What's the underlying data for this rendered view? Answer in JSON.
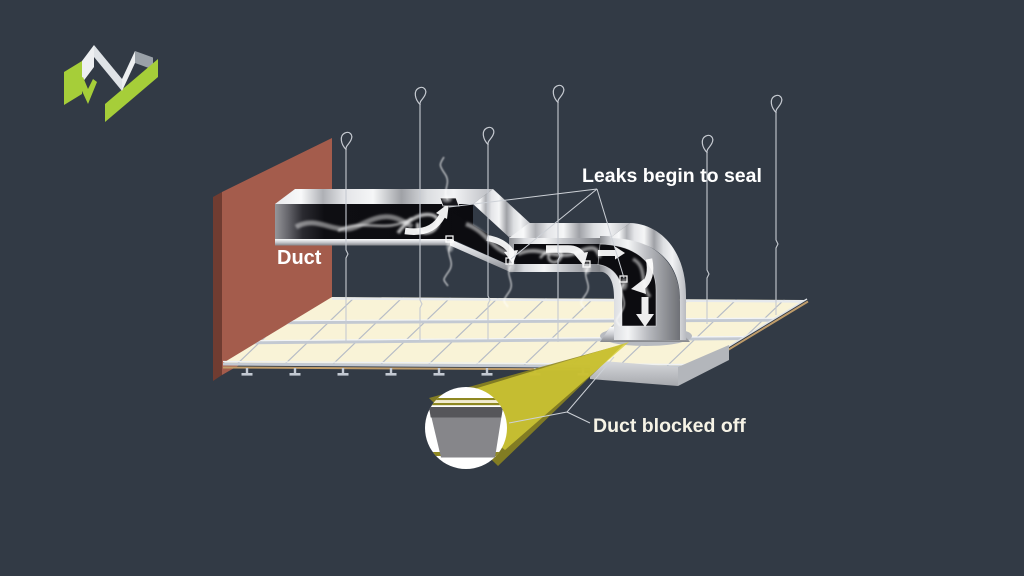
{
  "background_color": "#323a45",
  "logo": {
    "name": "aeroseal-mark",
    "green": "#a6ce39",
    "white": "#edeff1",
    "dim_white": "#dfe3e7",
    "gray": "#9aa1a8"
  },
  "labels": {
    "duct": "Duct",
    "leaks_seal": "Leaks begin to seal",
    "duct_blocked": "Duct blocked off"
  },
  "colors": {
    "background": "#323a45",
    "wall": "#a45c4c",
    "wall_side": "#703c31",
    "ceiling_tile": "#f9f3d7",
    "grid_line": "#b6bcc6",
    "grid_rail": "#c3c9d2",
    "edge_trim": "#bf9c6a",
    "duct_interior": "#0c0c10",
    "metal_light": "#f2f2f4",
    "metal_dark": "#808187",
    "fog": "#ffffff",
    "cone_bright": "#d6cd35",
    "cone_olive": "#8d851f",
    "callout_bg": "#ffffff",
    "register_gray": "#86868a",
    "register_band": "#56565a",
    "tile_section": "#8f8822",
    "label_text": "#ffffff",
    "label_text_cream": "#f6f3e6",
    "leader_line": "#cdd1d7",
    "wire": "#c6cad1"
  }
}
